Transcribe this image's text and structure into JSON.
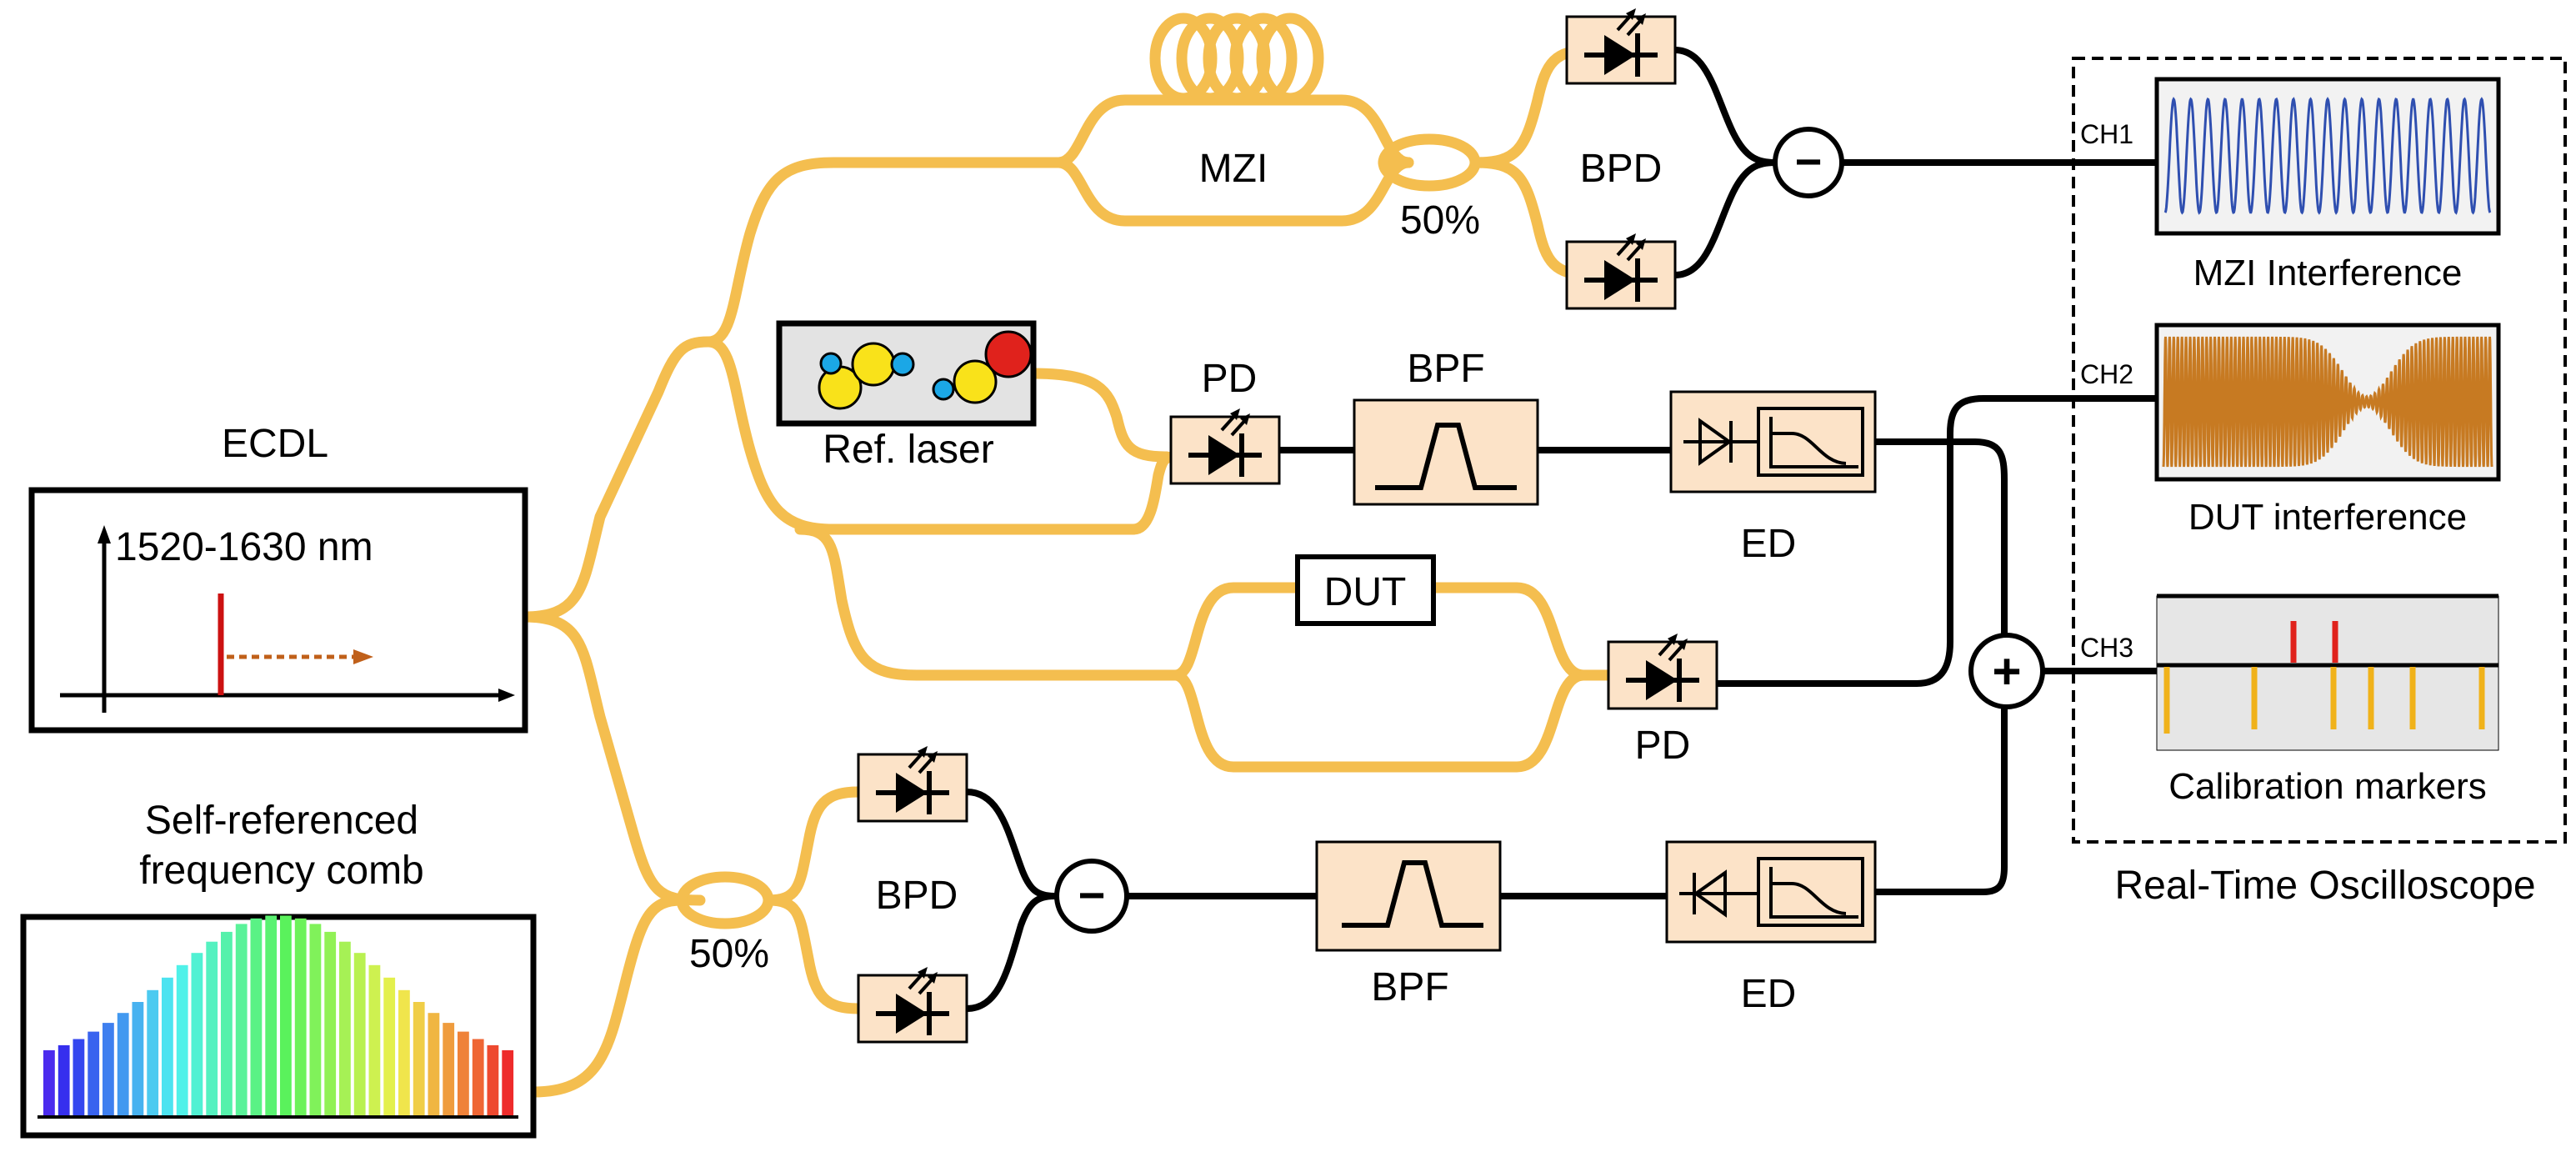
{
  "labels": {
    "ecdl": "ECDL",
    "ecdl_range": "1520-1630 nm",
    "comb_line1": "Self-referenced",
    "comb_line2": "frequency comb",
    "mzi": "MZI",
    "splitter_top": "50%",
    "splitter_bottom": "50%",
    "bpd_top": "BPD",
    "bpd_bottom": "BPD",
    "ref_laser": "Ref. laser",
    "pd_ref": "PD",
    "pd_dut": "PD",
    "bpf_top": "BPF",
    "bpf_bottom": "BPF",
    "ed_top": "ED",
    "ed_bottom": "ED",
    "dut": "DUT",
    "minus_top": "−",
    "minus_bottom": "−",
    "plus": "+",
    "ch1": "CH1",
    "ch2": "CH2",
    "ch3": "CH3",
    "trace1": "MZI Interference",
    "trace2": "DUT interference",
    "trace3": "Calibration markers",
    "oscilloscope": "Real-Time Oscilloscope"
  },
  "colors": {
    "fiber": "#f4be4f",
    "component_fill": "#fce3c8",
    "mzi_trace": "#2f4fb0",
    "dut_trace": "#c77a22",
    "marker_red": "#e0221c",
    "marker_yellow": "#f0b21a",
    "ecdl_line": "#cc1111",
    "ecdl_arrow": "#c0601a"
  },
  "icons": [
    "photodiode-icon",
    "bandpass-filter-icon",
    "envelope-detector-icon",
    "fiber-coil-icon",
    "ecdl-spectrum-icon",
    "comb-spectrum-icon"
  ]
}
